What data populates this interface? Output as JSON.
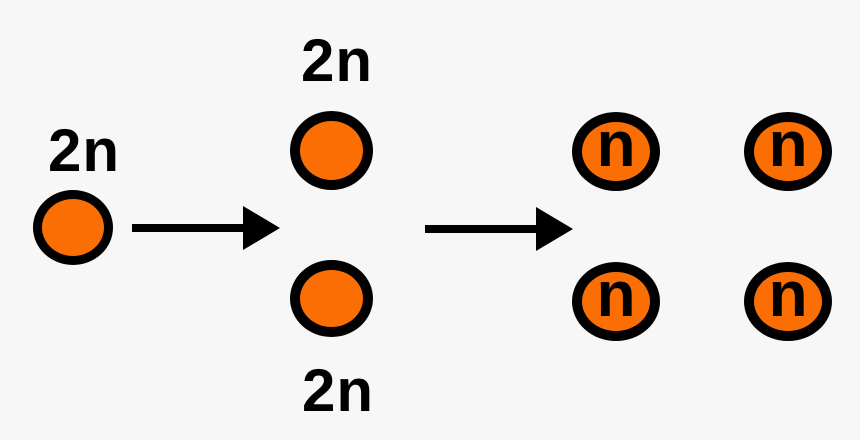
{
  "diagram": {
    "description": "Cell division diagram: one diploid cell (2n) divides into two cells (2n), then into four haploid cells (n)",
    "colors": {
      "background": "#f7f7f7",
      "cell_fill": "#fb6e04",
      "cell_stroke": "#000000",
      "arrow": "#000000",
      "label": "#000000"
    },
    "stage1": {
      "cell_label": "2n"
    },
    "stage2": {
      "top_label": "2n",
      "bottom_label": "2n"
    },
    "stage3": {
      "cell_labels": [
        "n",
        "n",
        "n",
        "n"
      ]
    }
  }
}
